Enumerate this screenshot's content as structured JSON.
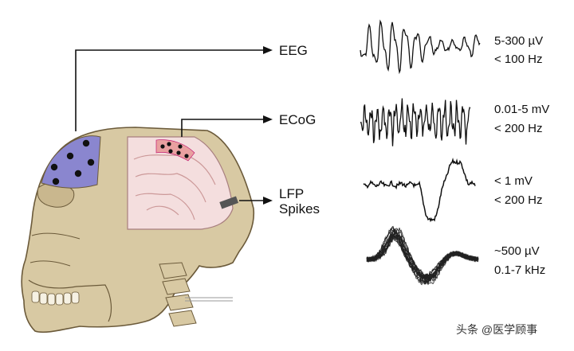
{
  "recordings": [
    {
      "label": "EEG",
      "spec_amplitude": "5-300 µV",
      "spec_frequency": "< 100 Hz"
    },
    {
      "label": "ECoG",
      "spec_amplitude": "0.01-5 mV",
      "spec_frequency": "< 200 Hz"
    },
    {
      "label_line1": "LFP",
      "label_line2": "Spikes",
      "spec_amplitude": "< 1 mV",
      "spec_frequency": "< 200 Hz"
    },
    {
      "spec_amplitude": "~500 µV",
      "spec_frequency": "0.1-7 kHz"
    }
  ],
  "watermark": "头条 @医学顾事",
  "colors": {
    "skull": "#d8c9a3",
    "skull_outline": "#6b5a3a",
    "eeg_region": "#8a86cf",
    "ecog_region": "#e9a0a0",
    "brain": "#f4dede",
    "electrode": "#111111"
  }
}
